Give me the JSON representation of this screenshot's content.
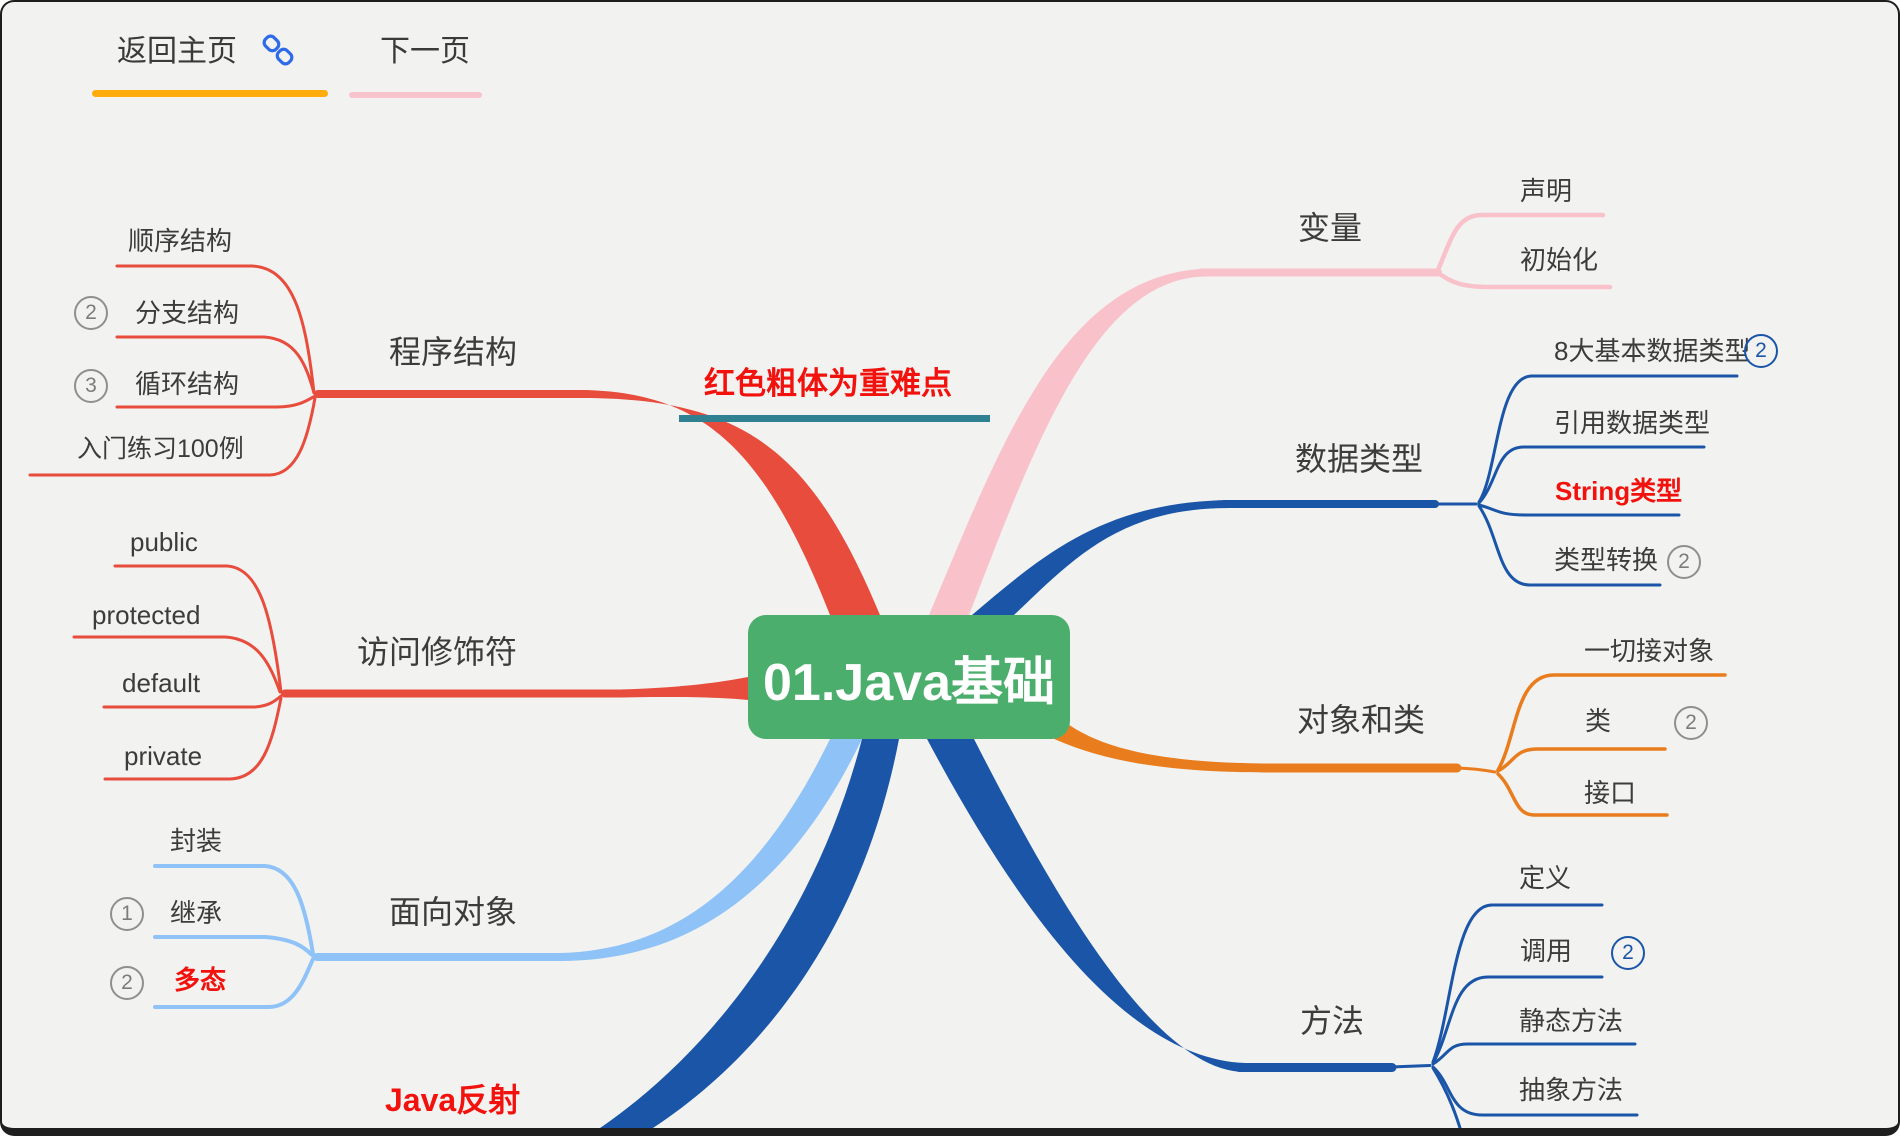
{
  "nav": {
    "back": {
      "label": "返回主页"
    },
    "next": {
      "label": "下一页"
    }
  },
  "center": {
    "label": "01.Java基础"
  },
  "annotations": {
    "legend": {
      "label": "红色粗体为重难点"
    },
    "reflection": {
      "label": "Java反射"
    }
  },
  "branches": [
    {
      "label": "程序结构",
      "color": "#E74C3C",
      "children": [
        {
          "label": "顺序结构"
        },
        {
          "label": "分支结构",
          "badge": "2",
          "badge_style": "gray"
        },
        {
          "label": "循环结构",
          "badge": "3",
          "badge_style": "gray"
        },
        {
          "label": "入门练习100例"
        }
      ]
    },
    {
      "label": "访问修饰符",
      "color": "#E74C3C",
      "children": [
        {
          "label": "public"
        },
        {
          "label": "protected"
        },
        {
          "label": "default"
        },
        {
          "label": "private"
        }
      ]
    },
    {
      "label": "面向对象",
      "color": "#8FC3F8",
      "children": [
        {
          "label": "封装"
        },
        {
          "label": "继承",
          "badge": "1",
          "badge_style": "gray"
        },
        {
          "label": "多态",
          "badge": "2",
          "badge_style": "gray",
          "emphasis": true
        }
      ]
    },
    {
      "label": "变量",
      "color": "#F9C2CB",
      "children": [
        {
          "label": "声明"
        },
        {
          "label": "初始化"
        }
      ]
    },
    {
      "label": "数据类型",
      "color": "#1A55A8",
      "children": [
        {
          "label": "8大基本数据类型",
          "badge": "2",
          "badge_style": "blue"
        },
        {
          "label": "引用数据类型"
        },
        {
          "label": "String类型",
          "emphasis": true
        },
        {
          "label": "类型转换",
          "badge": "2",
          "badge_style": "gray"
        }
      ]
    },
    {
      "label": "对象和类",
      "color": "#E97D1E",
      "children": [
        {
          "label": "一切接对象"
        },
        {
          "label": "类",
          "badge": "2",
          "badge_style": "gray"
        },
        {
          "label": "接口"
        }
      ]
    },
    {
      "label": "方法",
      "color": "#1A55A8",
      "children": [
        {
          "label": "定义"
        },
        {
          "label": "调用",
          "badge": "2",
          "badge_style": "blue"
        },
        {
          "label": "静态方法"
        },
        {
          "label": "抽象方法"
        }
      ]
    }
  ],
  "palette": {
    "background": "#F2F2F1",
    "center_green": "#4CAE6C",
    "red_branch": "#E74C3C",
    "pink_branch": "#F9C2CB",
    "dark_blue_branch": "#1A55A8",
    "light_blue_branch": "#8FC3F8",
    "orange_branch": "#E97D1E",
    "emphasis_red": "#F2120D",
    "teal_underline": "#2F8090",
    "nav_yellow_underline": "#FFAC0C",
    "nav_pink_underline": "#F8C3CD",
    "link_icon_blue": "#2F6BE8"
  }
}
